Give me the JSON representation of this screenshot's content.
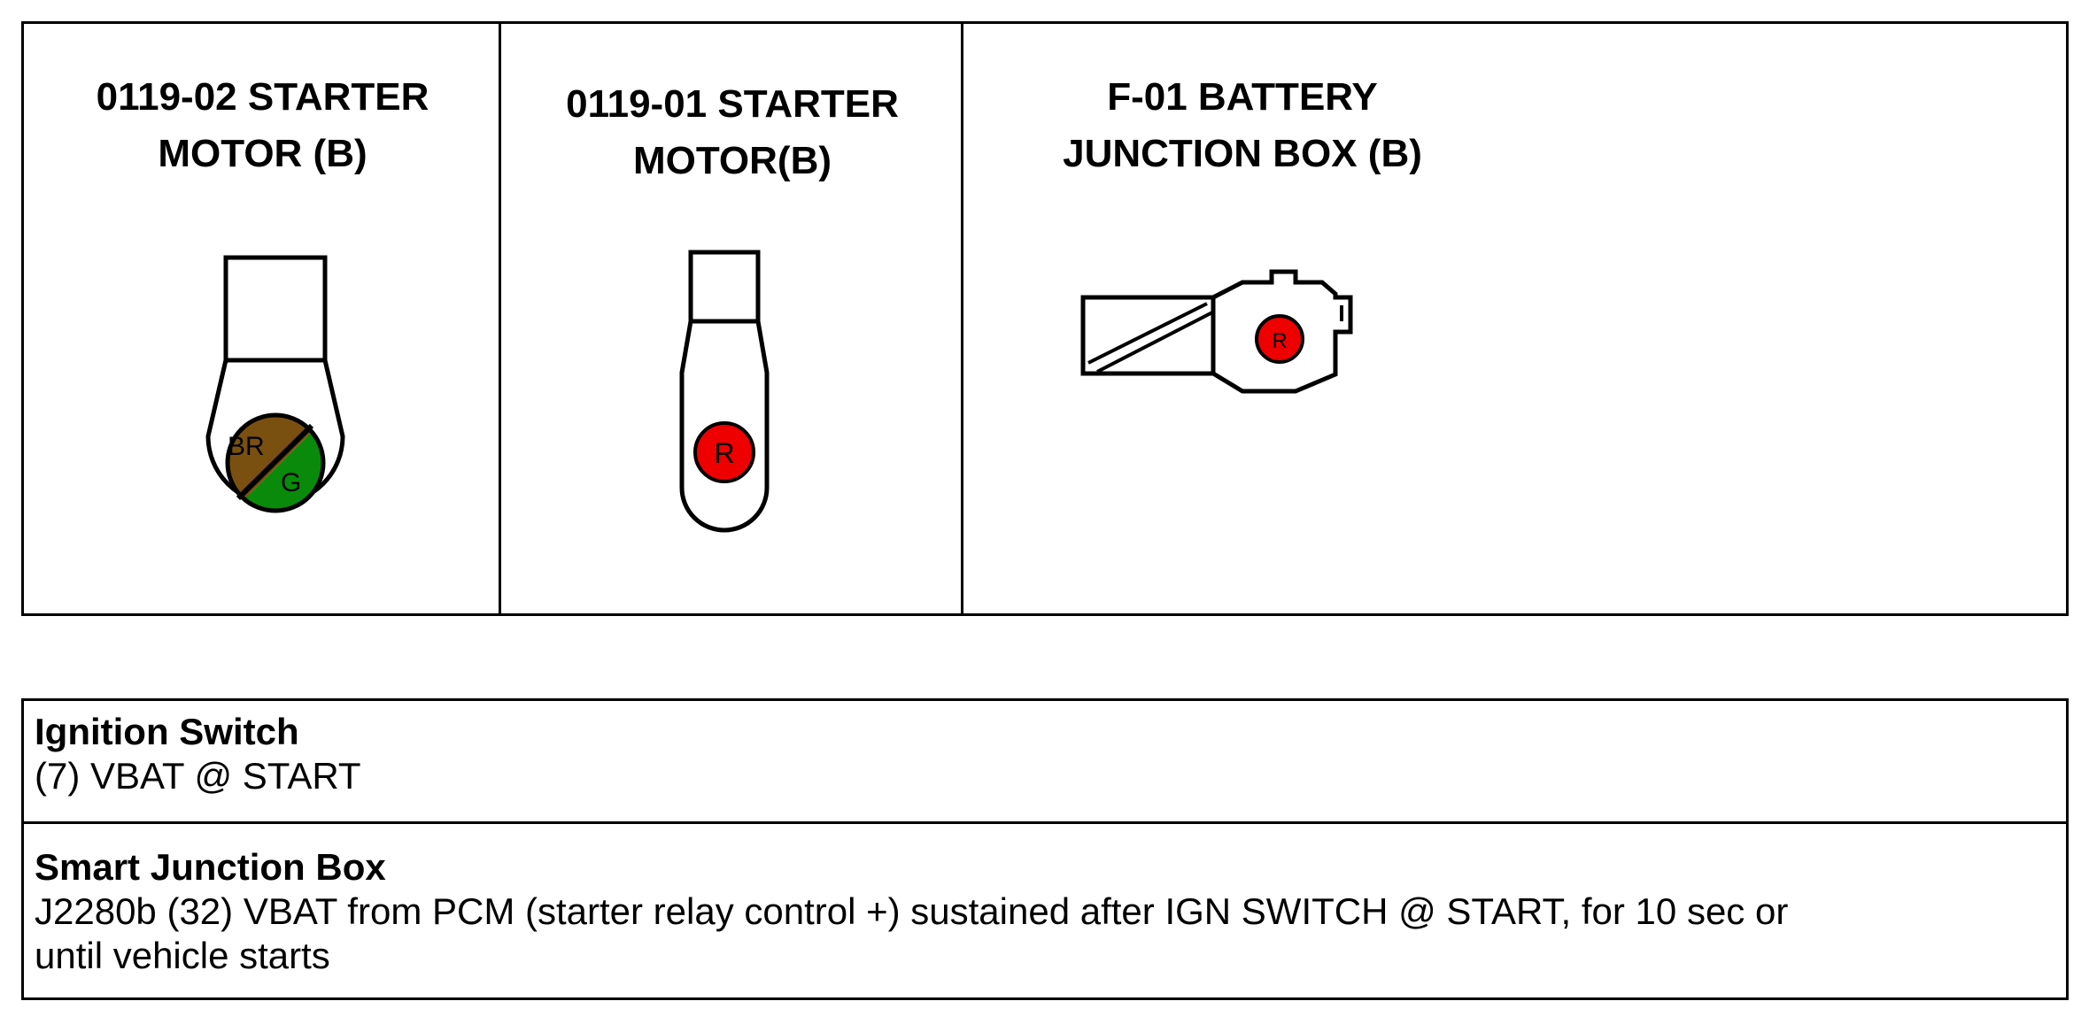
{
  "connectors": [
    {
      "title_line1": "0119-02 STARTER",
      "title_line2": "MOTOR (B)",
      "pins": [
        {
          "label": "BR",
          "color": "#7a5010"
        },
        {
          "label": "G",
          "color": "#0a8a0a"
        }
      ]
    },
    {
      "title_line1": "0119-01 STARTER",
      "title_line2": "MOTOR(B)",
      "pins": [
        {
          "label": "R",
          "color": "#ee0000"
        }
      ]
    },
    {
      "title_line1": "F-01 BATTERY",
      "title_line2": "JUNCTION BOX  (B)",
      "pins": [
        {
          "label": "R",
          "color": "#ee0000"
        }
      ]
    }
  ],
  "info": [
    {
      "heading": "Ignition Switch",
      "lines": [
        "(7) VBAT @ START"
      ]
    },
    {
      "heading": "Smart Junction Box",
      "lines": [
        "J2280b (32) VBAT from PCM (starter relay control +) sustained after IGN SWITCH @ START, for 10 sec or",
        "until vehicle starts"
      ]
    }
  ]
}
